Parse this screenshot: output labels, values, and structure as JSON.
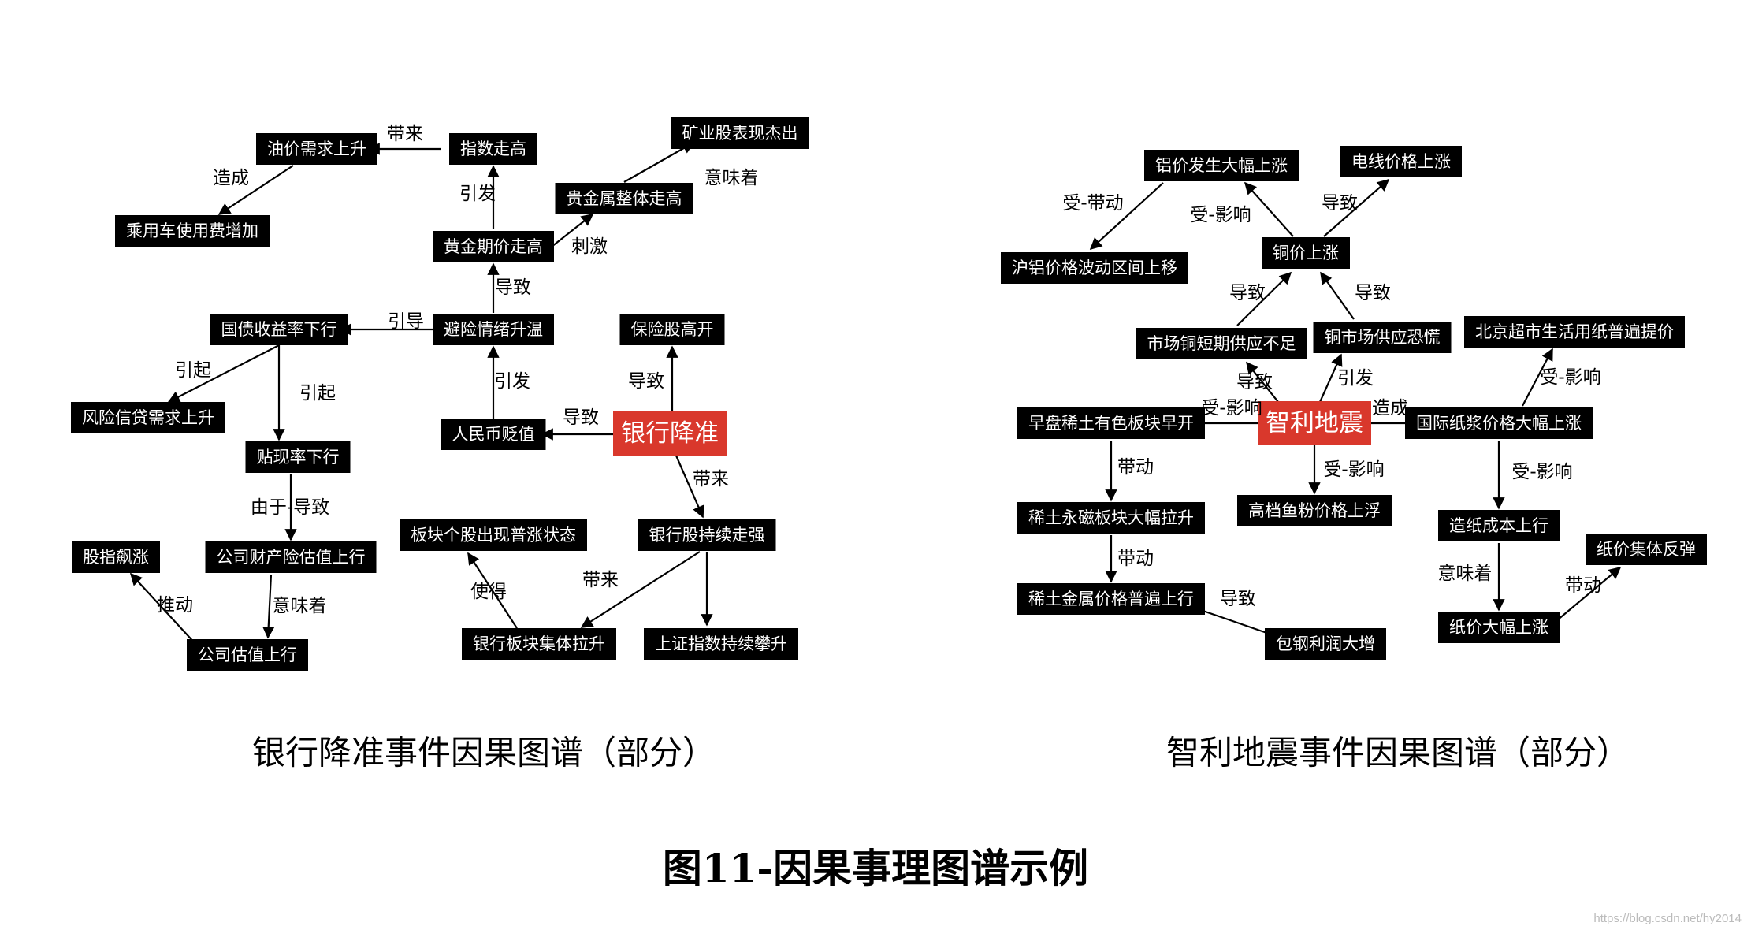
{
  "title": "图11-因果事理图谱示例",
  "watermark": "https://blog.csdn.net/hy2014",
  "graphs": [
    {
      "caption": "银行降准事件因果图谱（部分）",
      "nodes": {
        "center": "银行降准",
        "rmb": "人民币贬值",
        "insurance": "保险股高开",
        "bank_stock": "银行股持续走强",
        "hedge": "避险情绪升温",
        "gold": "黄金期价走高",
        "index_high": "指数走高",
        "oil": "油价需求上升",
        "car": "乘用车使用费增加",
        "precious": "贵金属整体走高",
        "mining": "矿业股表现杰出",
        "bond": "国债收益率下行",
        "risk_credit": "风险信贷需求上升",
        "discount": "贴现率下行",
        "asset_value": "公司财产险估值上行",
        "company_value": "公司估值上行",
        "stock_index": "股指飙涨",
        "sector_rise": "板块个股出现普涨状态",
        "bank_sector": "银行板块集体拉升",
        "sse": "上证指数持续攀升"
      },
      "edge_labels": {
        "center_rmb": "导致",
        "center_insurance": "导致",
        "center_bank_stock": "带来",
        "rmb_hedge": "引发",
        "hedge_gold": "导致",
        "gold_index": "引发",
        "index_oil": "带来",
        "oil_car": "造成",
        "gold_precious": "刺激",
        "precious_mining": "意味着",
        "hedge_bond": "引导",
        "bond_risk": "引起",
        "bond_discount": "引起",
        "discount_asset": "由于-导致",
        "asset_company": "意味着",
        "company_stock_index": "推动",
        "bank_stock_bank_sector": "带来",
        "bank_sector_sector_rise": "使得"
      }
    },
    {
      "caption": "智利地震事件因果图谱（部分）",
      "nodes": {
        "center": "智利地震",
        "market_short": "市场铜短期供应不足",
        "copper_panic": "铜市场供应恐慌",
        "copper_up": "铜价上涨",
        "aluminum": "铝价发生大幅上涨",
        "shanghai_al": "沪铝价格波动区间上移",
        "wire": "电线价格上涨",
        "early_rare": "早盘稀土有色板块早开",
        "magnet": "稀土永磁板块大幅拉升",
        "rare_metal": "稀土金属价格普遍上行",
        "baogang": "包钢利润大增",
        "fishmeal": "高档鱼粉价格上浮",
        "pulp": "国际纸浆价格大幅上涨",
        "beijing": "北京超市生活用纸普遍提价",
        "paper_cost": "造纸成本上行",
        "paper_price": "纸价大幅上涨",
        "paper_rebound": "纸价集体反弹"
      },
      "edge_labels": {
        "center_market_short": "导致",
        "center_copper_panic": "引发",
        "market_short_copper_up": "导致",
        "copper_panic_copper_up": "导致",
        "copper_up_aluminum": "受-影响",
        "copper_up_wire": "导致",
        "aluminum_shanghai": "受-带动",
        "center_early_rare": "受-影响",
        "early_magnet": "带动",
        "magnet_rare_metal": "带动",
        "rare_metal_baogang": "导致",
        "center_fishmeal": "受-影响",
        "center_pulp": "造成",
        "pulp_beijing": "受-影响",
        "pulp_paper_cost": "受-影响",
        "paper_cost_price": "意味着",
        "paper_price_rebound": "带动"
      }
    }
  ]
}
